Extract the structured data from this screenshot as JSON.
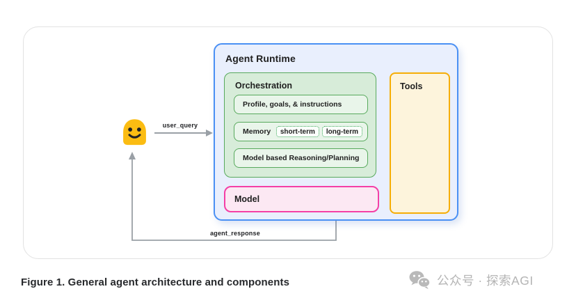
{
  "canvas": {
    "caption": "Figure 1. General agent architecture and components",
    "watermark_text": "公众号 · 探索AGI"
  },
  "runtime": {
    "title": "Agent Runtime"
  },
  "orchestration": {
    "title": "Orchestration",
    "profile": "Profile, goals, & instructions",
    "memory_label": "Memory",
    "chip_short": "short-term",
    "chip_long": "long-term",
    "reasoning": "Model based Reasoning/Planning"
  },
  "model": {
    "label": "Model"
  },
  "tools": {
    "label": "Tools"
  },
  "flows": {
    "user_query": "user_query",
    "agent_response": "agent_response"
  },
  "icons": {
    "user": "user-smiley-emoji",
    "watermark": "wechat-icon"
  },
  "colors": {
    "runtime_border": "#4a90f4",
    "runtime_bg": "#e9effd",
    "orchestration_border": "#57a95c",
    "orchestration_bg": "#d7ecd9",
    "item_bg": "#e9f5ea",
    "chip_border": "#34a853",
    "model_border": "#f43fa6",
    "model_bg": "#fce8f3",
    "tools_border": "#f6ad05",
    "tools_bg": "#fdf4dc",
    "arrow": "#9aa0a6",
    "emoji": "#fbbc12"
  }
}
